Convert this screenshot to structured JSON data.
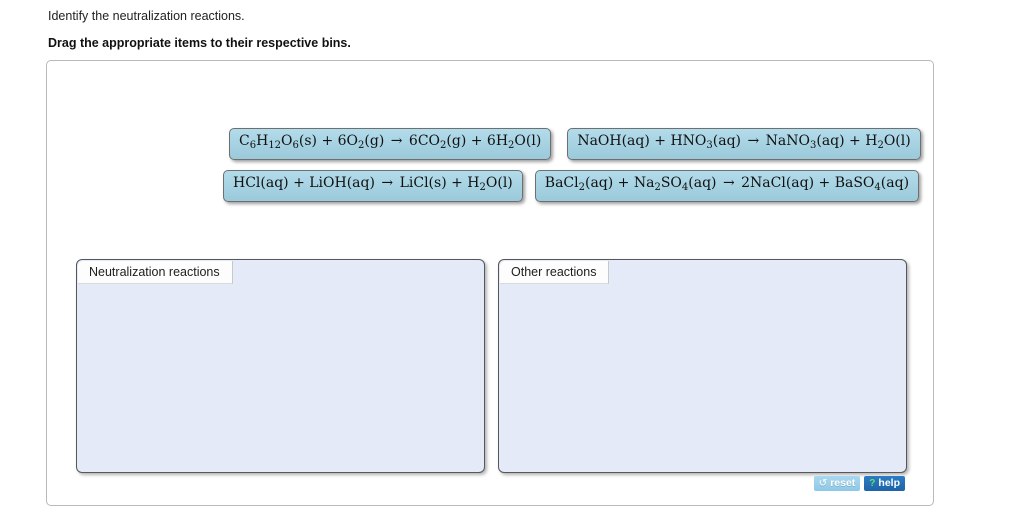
{
  "prompt": {
    "question": "Identify the neutralization reactions.",
    "instruction": "Drag the appropriate items to their respective bins."
  },
  "tiles": [
    {
      "id": "tile-1",
      "text": "C6H12O6(s) + 6O2(g) → 6CO2(g) + 6H2O(l)",
      "equation_plain": "C6H12O6(s) + 6O2(g) -> 6CO2(g) + 6H2O(l)",
      "category": "Other reactions"
    },
    {
      "id": "tile-2",
      "text": "NaOH(aq) + HNO3(aq) → NaNO3(aq) + H2O(l)",
      "equation_plain": "NaOH(aq) + HNO3(aq) -> NaNO3(aq) + H2O(l)",
      "category": "Neutralization reactions"
    },
    {
      "id": "tile-3",
      "text": "HCl(aq) + LiOH(aq) → LiCl(s) + H2O(l)",
      "equation_plain": "HCl(aq) + LiOH(aq) -> LiCl(s) + H2O(l)",
      "category": "Neutralization reactions"
    },
    {
      "id": "tile-4",
      "text": "BaCl2(aq) + Na2SO4(aq) → 2NaCl(aq) + BaSO4(aq)",
      "equation_plain": "BaCl2(aq) + Na2SO4(aq) -> 2NaCl(aq) + BaSO4(aq)",
      "category": "Other reactions"
    }
  ],
  "bins": [
    {
      "id": "bin-neutralization",
      "label": "Neutralization reactions",
      "items": []
    },
    {
      "id": "bin-other",
      "label": "Other reactions",
      "items": []
    }
  ],
  "buttons": {
    "reset": {
      "label": "reset",
      "icon": "reset-circular-arrow-icon",
      "glyph": "↺"
    },
    "help": {
      "label": "help",
      "icon": "question-mark-icon",
      "glyph": "?"
    }
  },
  "colors": {
    "tile_fill": "#a8d4e0",
    "tile_border": "#6f6f6f",
    "bin_fill": "#e5eaf9",
    "bin_border": "#55585a",
    "panel_border": "#b9b9b9",
    "reset_button": "#8ec9e8",
    "help_button": "#1f63a8",
    "help_glyph": "#5ee36a"
  }
}
